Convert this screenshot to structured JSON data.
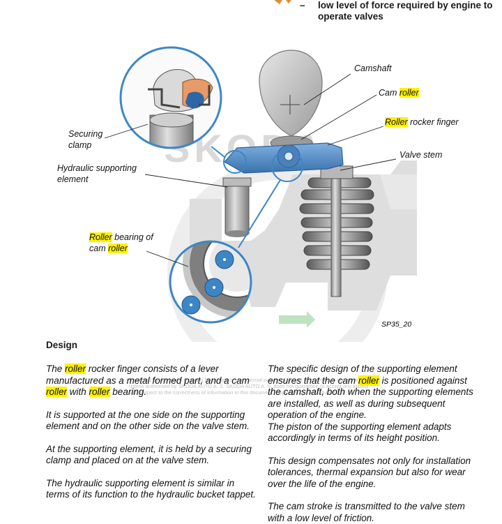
{
  "bullet": {
    "dash": "–",
    "text": "low level of force required by engine to operate valves"
  },
  "labels": {
    "camshaft": "Camshaft",
    "cam_roller_prefix": "Cam ",
    "cam_roller_hl": "roller",
    "roller_rocker_hl": "Roller",
    "roller_rocker_rest": " rocker finger",
    "valve_stem": "Valve stem",
    "securing_clamp": "Securing clamp",
    "hydraulic_element": "Hydraulic supporting element",
    "roller_bearing_hl": "Roller",
    "roller_bearing_rest": " bearing of",
    "cam_word": "cam ",
    "cam_roller2_hl": "roller"
  },
  "figure_id": "SP35_20",
  "watermark_logo": "SKODA",
  "watermark_lines": [
    "Protected by copyright. Copying for private or commercial purposes, in part or in whole, is not permitted",
    "unless authorised by ŠKODA AUTO A. S. ŠKODA AUTO A. S. does not guarantee or accept any liability",
    "with respect to the correctness of information in this document. Copyright by ŠKODA AUTO A. S."
  ],
  "heading": "Design",
  "left_col": {
    "p1_a": "The ",
    "p1_hl1": "roller",
    "p1_b": " rocker finger consists of a lever manufactured as a metal formed part, and a cam ",
    "p1_hl2": "roller",
    "p1_c": " with ",
    "p1_hl3": "roller",
    "p1_d": " bearing.",
    "p2": "It is supported at the one side on the supporting element and on the other side on the valve stem.",
    "p3": "At the supporting element, it is held by a securing clamp and placed on at the valve stem.",
    "p4": "The hydraulic supporting element is similar in terms of its function to the hydraulic bucket tappet."
  },
  "right_col": {
    "p1_a": "The specific design of the supporting element ensures that the cam ",
    "p1_hl": "roller",
    "p1_b": " is positioned against the camshaft, both when the supporting elements are installed, as well as during subsequent operation of the engine.",
    "p1_c": "The piston of the supporting element adapts accordingly in terms of its height position.",
    "p2": "This design compensates not only for installation tolerances, thermal expansion but also for wear over the life of the engine.",
    "p3": "The cam stroke is transmitted to the valve stem with a low level of friction."
  },
  "colors": {
    "highlight": "#fff200",
    "callout_blue": "#3d86c6",
    "rocker_blue": "#4f86c0",
    "grey_part": "#a8a8a8"
  }
}
